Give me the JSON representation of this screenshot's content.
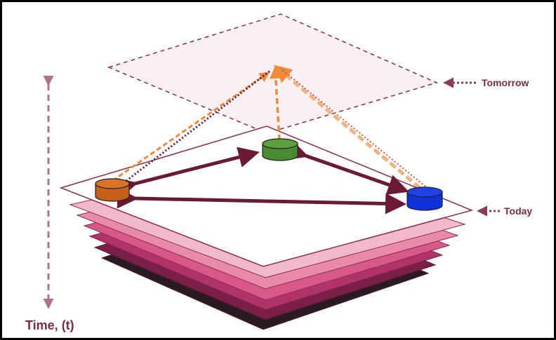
{
  "labels": {
    "tomorrow": "Tomorrow",
    "today": "Today",
    "time_axis": "Time, (t)"
  },
  "colors": {
    "frame": "#000000",
    "label": "#7a2a4a",
    "link_arrow": "#6b1a36",
    "dotted_arrow": "#5a1a3a",
    "forecast_arrow": "#f08a3a",
    "future_plane_fill": "#f7e9ee",
    "future_plane_stroke": "#8a2c52",
    "node_orange": "#c5601a",
    "node_green": "#4a8a30",
    "node_blue": "#1030d8",
    "layers": [
      "#2a1a22",
      "#7a2048",
      "#b0346a",
      "#d8588a",
      "#e88aaa",
      "#f2b8cc",
      "#ffffff"
    ]
  },
  "nodes": [
    {
      "id": "orange",
      "color": "orange"
    },
    {
      "id": "green",
      "color": "green"
    },
    {
      "id": "blue",
      "color": "blue"
    }
  ]
}
